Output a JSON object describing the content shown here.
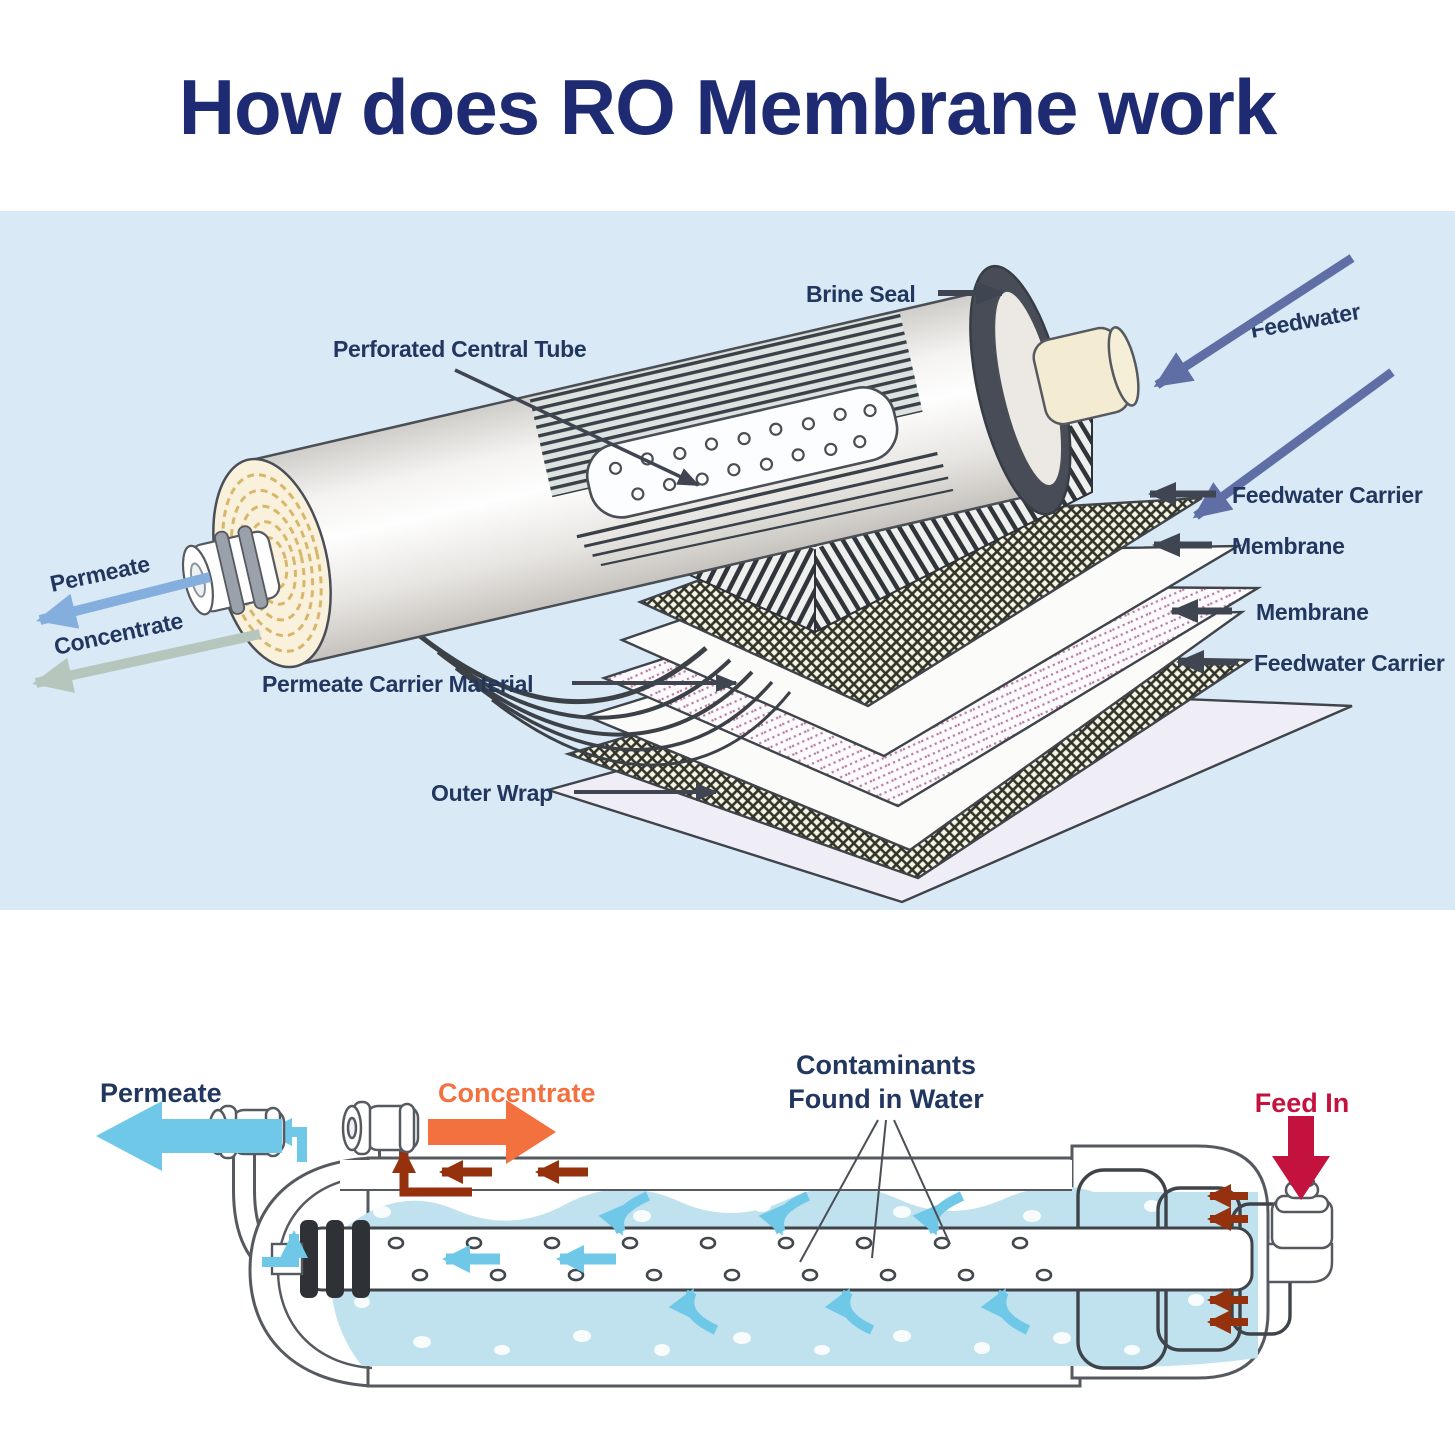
{
  "title": "How does RO Membrane work",
  "colors": {
    "title_navy": "#1e2b72",
    "label_navy": "#22375f",
    "feedwater_arrow_slate": "#5f6fa5",
    "permeate_arrow_blue": "#84aedd",
    "concentrate_arrow_sage": "#b7c6bc",
    "panel_light_blue": "#d9e9f6",
    "bottom_cyan": "#6fc8e8",
    "bottom_orange": "#f3703f",
    "feed_in_red": "#c4123e",
    "flow_rust": "#96310e",
    "water_blue": "#bfe2ee"
  },
  "top_diagram": {
    "labels": {
      "brine_seal": "Brine Seal",
      "feedwater": "Feedwater",
      "perforated_central_tube": "Perforated Central Tube",
      "feedwater_carrier_1": "Feedwater Carrier",
      "membrane_1": "Membrane",
      "membrane_2": "Membrane",
      "feedwater_carrier_2": "Feedwater Carrier",
      "permeate": "Permeate",
      "concentrate": "Concentrate",
      "permeate_carrier_material": "Permeate Carrier Material",
      "outer_wrap": "Outer Wrap"
    }
  },
  "bottom_diagram": {
    "labels": {
      "permeate": "Permeate",
      "concentrate": "Concentrate",
      "contaminants_line1": "Contaminants",
      "contaminants_line2": "Found in Water",
      "feed_in": "Feed In"
    }
  }
}
